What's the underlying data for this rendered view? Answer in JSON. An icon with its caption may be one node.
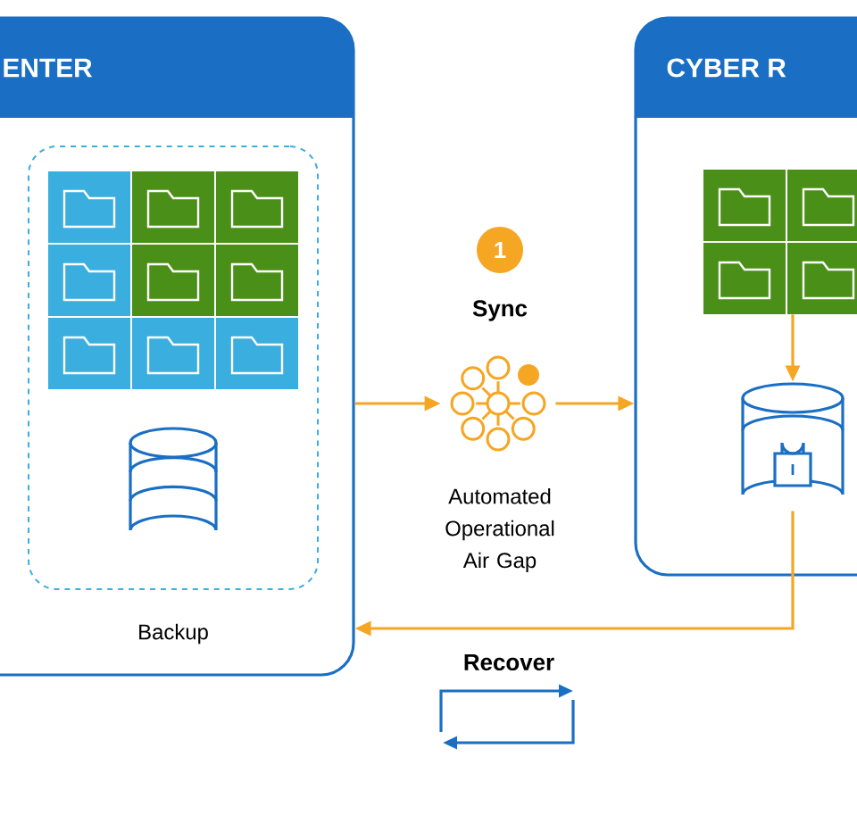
{
  "diagram": {
    "nodes": [
      {
        "text": [
          "ENTER"
        ]
      },
      {
        "text": [
          "Backup"
        ],
        "in": 0
      },
      {
        "text": [
          "1"
        ]
      },
      {
        "text": [
          "Sync",
          "Automated Operational Air Gap"
        ]
      },
      {
        "text": [
          "CYBER R"
        ]
      },
      {
        "text": [],
        "shape": "box",
        "in": 4
      },
      {
        "text": [],
        "shape": "cylinder",
        "in": 4
      }
    ],
    "edges": [
      {
        "from": 0,
        "to": 3,
        "arrow": "to"
      },
      {
        "from": 3,
        "to": 4,
        "arrow": "to"
      },
      {
        "from": 5,
        "to": 6,
        "arrow": "to"
      },
      {
        "from": 6,
        "to": 0,
        "arrow": "to"
      }
    ],
    "labels": [
      "Recover"
    ]
  }
}
